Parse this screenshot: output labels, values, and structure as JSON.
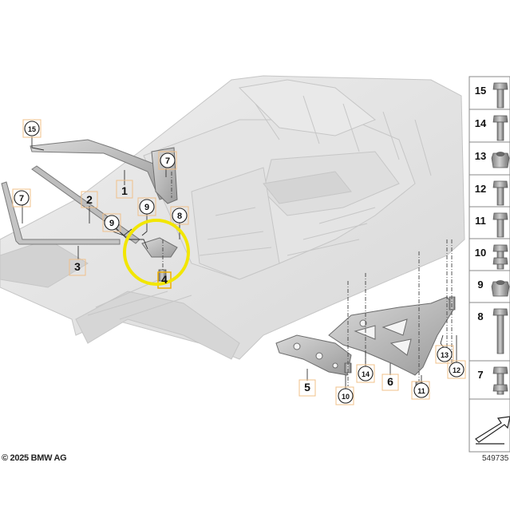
{
  "copyright": "© 2025 BMW AG",
  "diagram_id": "549735",
  "highlight_color": "#f2e600",
  "callouts": [
    {
      "key": "c15",
      "label": "15",
      "style": "circle"
    },
    {
      "key": "c7a",
      "label": "7",
      "style": "circle"
    },
    {
      "key": "c7b",
      "label": "7",
      "style": "circle"
    },
    {
      "key": "c1",
      "label": "1",
      "style": "plain"
    },
    {
      "key": "c2",
      "label": "2",
      "style": "plain"
    },
    {
      "key": "c3",
      "label": "3",
      "style": "plain"
    },
    {
      "key": "c9a",
      "label": "9",
      "style": "circle"
    },
    {
      "key": "c9b",
      "label": "9",
      "style": "circle"
    },
    {
      "key": "c8",
      "label": "8",
      "style": "circle"
    },
    {
      "key": "c4",
      "label": "4",
      "style": "plain"
    },
    {
      "key": "c5",
      "label": "5",
      "style": "plain"
    },
    {
      "key": "c6",
      "label": "6",
      "style": "plain"
    },
    {
      "key": "c10",
      "label": "10",
      "style": "circle"
    },
    {
      "key": "c11",
      "label": "11",
      "style": "circle"
    },
    {
      "key": "c12",
      "label": "12",
      "style": "circle"
    },
    {
      "key": "c13",
      "label": "13",
      "style": "circle"
    },
    {
      "key": "c14",
      "label": "14",
      "style": "circle"
    }
  ],
  "parts_panel": [
    {
      "label": "15",
      "part": "bolt-flange"
    },
    {
      "label": "14",
      "part": "bolt-hex"
    },
    {
      "label": "13",
      "part": "nut-collar"
    },
    {
      "label": "12",
      "part": "bolt-short"
    },
    {
      "label": "11",
      "part": "bolt-slim"
    },
    {
      "label": "10",
      "part": "bolt-nut"
    },
    {
      "label": "9",
      "part": "nut-hex"
    },
    {
      "label": "8",
      "part": "bolt-long"
    },
    {
      "label": "7",
      "part": "bolt-stud"
    },
    {
      "label": "",
      "part": "orientation-arrow"
    }
  ]
}
